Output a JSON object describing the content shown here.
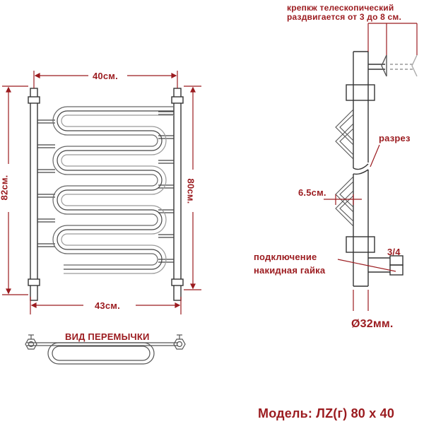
{
  "diagram": {
    "subject": "towel warmer technical drawing",
    "front_view": {
      "width_top_label": "40см.",
      "width_bottom_label": "43см.",
      "height_left_label": "82см.",
      "height_right_label": "80см.",
      "loop_count": 6
    },
    "jumper_view": {
      "label": "ВИД ПЕРЕМЫЧКИ"
    },
    "side_view": {
      "mount_note_line1": "крепкж телескопический",
      "mount_note_line2": "раздвигается от 3 до 8 см.",
      "section_label": "разрез",
      "depth_label": "6.5см.",
      "connection_line1": "подключение",
      "connection_line2": "накидная гайка",
      "thread_label": "3/4",
      "pipe_diameter_label": "Ø32мм."
    },
    "model": {
      "label": "Модель: ЛZ(г) 80 х 40"
    },
    "colors": {
      "annotation": "#9b1b1f",
      "line": "#333333",
      "background": "#ffffff"
    }
  }
}
